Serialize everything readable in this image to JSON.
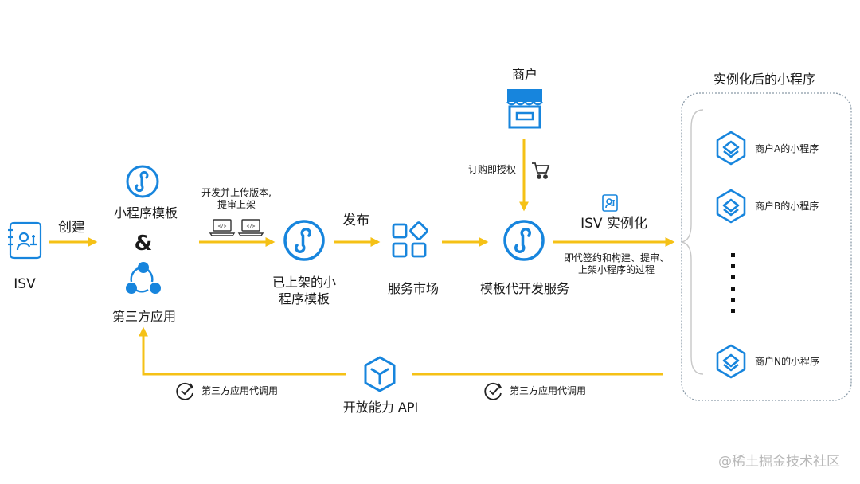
{
  "colors": {
    "primary": "#1785dd",
    "arrow": "#f5c116",
    "border": "#8a9aa8",
    "text": "#1a1a1a",
    "watermark": "#b8b8b8"
  },
  "nodes": {
    "isv": "ISV",
    "create": "创建",
    "template": "小程序模板",
    "amp": "&",
    "third_party": "第三方应用",
    "dev_line1": "开发并上传版本,",
    "dev_line2": "提审上架",
    "published_line1": "已上架的小",
    "published_line2": "程序模板",
    "publish": "发布",
    "market": "服务市场",
    "merchant": "商户",
    "subscribe": "订购即授权",
    "service": "模板代开发服务",
    "isv_instance": "ISV 实例化",
    "proxy_line1": "即代签约和构建、提审、",
    "proxy_line2": "上架小程序的过程",
    "api": "开放能力 API",
    "call_left": "第三方应用代调用",
    "call_right": "第三方应用代调用"
  },
  "instances": {
    "title": "实例化后的小程序",
    "a": "商户A的小程序",
    "b": "商户B的小程序",
    "n": "商户N的小程序"
  },
  "icons": [
    "isv-badge-icon",
    "miniprogram-icon",
    "network-icon",
    "laptop-code-icon",
    "apps-grid-icon",
    "store-icon",
    "cart-icon",
    "badge-small-icon",
    "cube-icon",
    "refresh-check-icon",
    "hexagon-app-icon"
  ],
  "watermark": "@稀土掘金技术社区"
}
